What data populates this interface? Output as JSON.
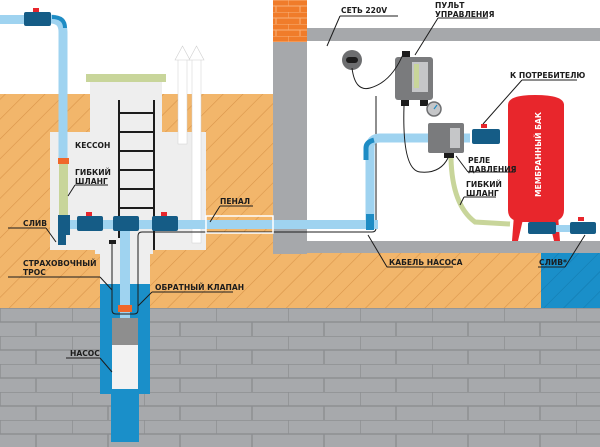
{
  "diagram": {
    "title": "Схема водоснабжения из скважины с кессоном",
    "labels": {
      "network": "СЕТЬ 220V",
      "control_panel_line1": "ПУЛЬТ",
      "control_panel_line2": "УПРАВЛЕНИЯ",
      "to_consumer": "К ПОТРЕБИТЕЛЮ",
      "caisson": "КЕССОН",
      "flex_hose_left_line1": "ГИБКИЙ",
      "flex_hose_left_line2": "ШЛАНГ",
      "drain_left": "СЛИВ",
      "penal": "ПЕНАЛ",
      "safety_rope_line1": "СТРАХОВОЧНЫЙ",
      "safety_rope_line2": "ТРОС",
      "check_valve": "ОБРАТНЫЙ КЛАПАН",
      "pump": "НАСОС",
      "pressure_relay_line1": "РЕЛЕ",
      "pressure_relay_line2": "ДАВЛЕНИЯ",
      "flex_hose_right_line1": "ГИБКИЙ",
      "flex_hose_right_line2": "ШЛАНГ",
      "membrane_tank": "МЕМБРАННЫЙ БАК",
      "pump_cable": "КАБЕЛЬ НАСОСА",
      "drain_right": "СЛИВ*"
    },
    "colors": {
      "soil": "#f2b66b",
      "soil_hatch": "#d9954a",
      "brick_wall": "#a7a9ac",
      "brick_line": "#8d8f92",
      "water_pipe": "#9fd3f0",
      "pipe_dark": "#1e8cc4",
      "valve": "#155c86",
      "tank": "#e8262c",
      "house_brick": "#f07c2a",
      "wall_gray": "#a6a8ab",
      "caisson": "#eeeeee",
      "hose": "#c8d59a",
      "water_deep": "#1a8fc9"
    }
  }
}
